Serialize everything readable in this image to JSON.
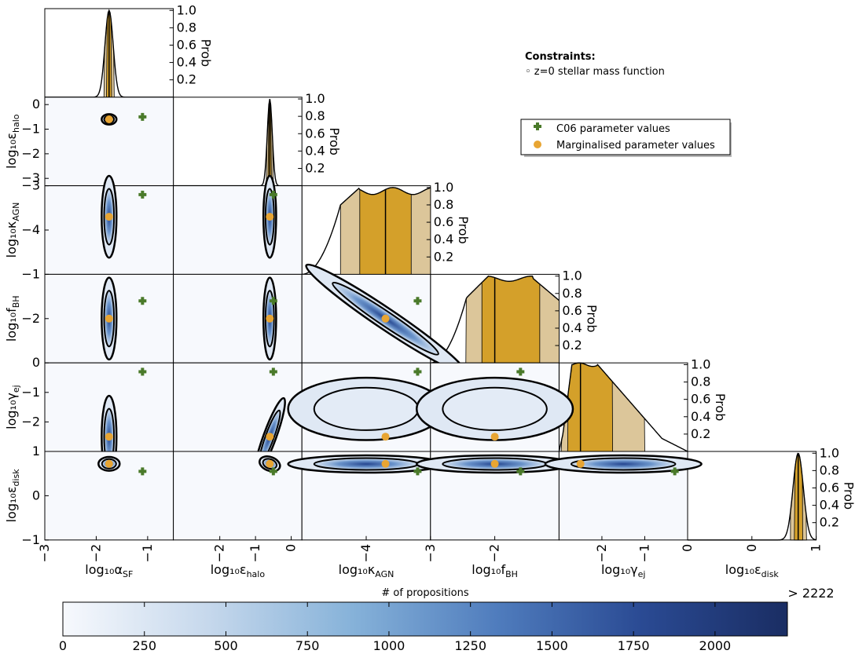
{
  "chart_data": {
    "type": "corner",
    "parameters": [
      {
        "label": "log₁₀α",
        "sub": "SF",
        "range": [
          -3,
          -0.5
        ],
        "ticks": [
          -3,
          -2,
          -1
        ],
        "tick_labels": [
          "−3",
          "−2",
          "−1"
        ],
        "marginal": -1.75,
        "c06": -1.1,
        "dist": "gauss",
        "mu": -1.75,
        "sigma": 0.08
      },
      {
        "label": "log₁₀ε",
        "sub": "halo",
        "range": [
          -3.3,
          0.3
        ],
        "ticks": [
          -2,
          -1,
          0
        ],
        "tick_labels": [
          "−2",
          "−1",
          "0"
        ],
        "marginal": -0.6,
        "c06": -0.5,
        "dist": "gauss",
        "mu": -0.6,
        "sigma": 0.07
      },
      {
        "label": "log₁₀κ",
        "sub": "AGN",
        "range": [
          -5,
          -3
        ],
        "ticks": [
          -4,
          -3
        ],
        "tick_labels": [
          "−4",
          "−3"
        ],
        "marginal": -3.7,
        "c06": -3.2,
        "dist": "plateau"
      },
      {
        "label": "log₁₀f",
        "sub": "BH",
        "range": [
          -3,
          -1
        ],
        "ticks": [
          -2
        ],
        "tick_labels": [
          "−2"
        ],
        "marginal": -2.0,
        "c06": -1.6,
        "dist": "plateau2"
      },
      {
        "label": "log₁₀γ",
        "sub": "ej",
        "range": [
          -3,
          0
        ],
        "ticks": [
          -2,
          -1,
          0
        ],
        "tick_labels": [
          "−2",
          "−1",
          "0"
        ],
        "marginal": -2.5,
        "c06": -0.3,
        "dist": "skew"
      },
      {
        "label": "log₁₀ε",
        "sub": "disk",
        "range": [
          -1,
          1
        ],
        "ticks": [
          0,
          1
        ],
        "tick_labels": [
          "0",
          "1"
        ],
        "marginal": 0.72,
        "c06": 0.55,
        "dist": "gauss",
        "mu": 0.72,
        "sigma": 0.08
      }
    ],
    "ylabels": [
      {
        "label": "log₁₀ε",
        "sub": "halo",
        "ticks": [
          0,
          -1,
          -2,
          -3
        ],
        "tick_labels": [
          "0",
          "−1",
          "−2",
          "−3"
        ]
      },
      {
        "label": "log₁₀κ",
        "sub": "AGN",
        "ticks": [
          -4,
          -3
        ],
        "tick_labels": [
          "−4",
          "−3"
        ]
      },
      {
        "label": "log₁₀f",
        "sub": "BH",
        "ticks": [
          -1,
          -2
        ],
        "tick_labels": [
          "−1",
          "−2"
        ]
      },
      {
        "label": "log₁₀γ",
        "sub": "ej",
        "ticks": [
          0,
          -1,
          -2
        ],
        "tick_labels": [
          "0",
          "−1",
          "−2"
        ]
      },
      {
        "label": "log₁₀ε",
        "sub": "disk",
        "ticks": [
          1,
          0,
          -1
        ],
        "tick_labels": [
          "1",
          "0",
          "−1"
        ]
      }
    ],
    "prob_ticks": [
      1.0,
      0.8,
      0.6,
      0.4,
      0.2
    ],
    "prob_tick_labels": [
      "1.0",
      "0.8",
      "0.6",
      "0.4",
      "0.2"
    ],
    "prob_label": "Prob",
    "constraints_title": "Constraints:",
    "constraints_items": [
      "◦ z=0 stellar mass function"
    ],
    "legend": [
      {
        "label": "C06 parameter values",
        "marker": "plus",
        "color": "#4a7a2a"
      },
      {
        "label": "Marginalised parameter values",
        "marker": "circle",
        "color": "#e8a533"
      }
    ],
    "colorbar": {
      "label": "# of propositions",
      "max_label": "> 2222",
      "range": [
        0,
        2222
      ],
      "ticks": [
        0,
        250,
        500,
        750,
        1000,
        1250,
        1500,
        1750,
        2000
      ],
      "tick_labels": [
        "0",
        "250",
        "500",
        "750",
        "1000",
        "1250",
        "1500",
        "1750",
        "2000"
      ],
      "colors": [
        "#f7f9fd",
        "#c6d8ec",
        "#86b2d9",
        "#4f7cbd",
        "#2a4a93",
        "#1a2d63"
      ]
    },
    "colors": {
      "fill_dark": "#d4a02a",
      "fill_light": "#dcc69a",
      "density": "#2e5aa8"
    }
  }
}
